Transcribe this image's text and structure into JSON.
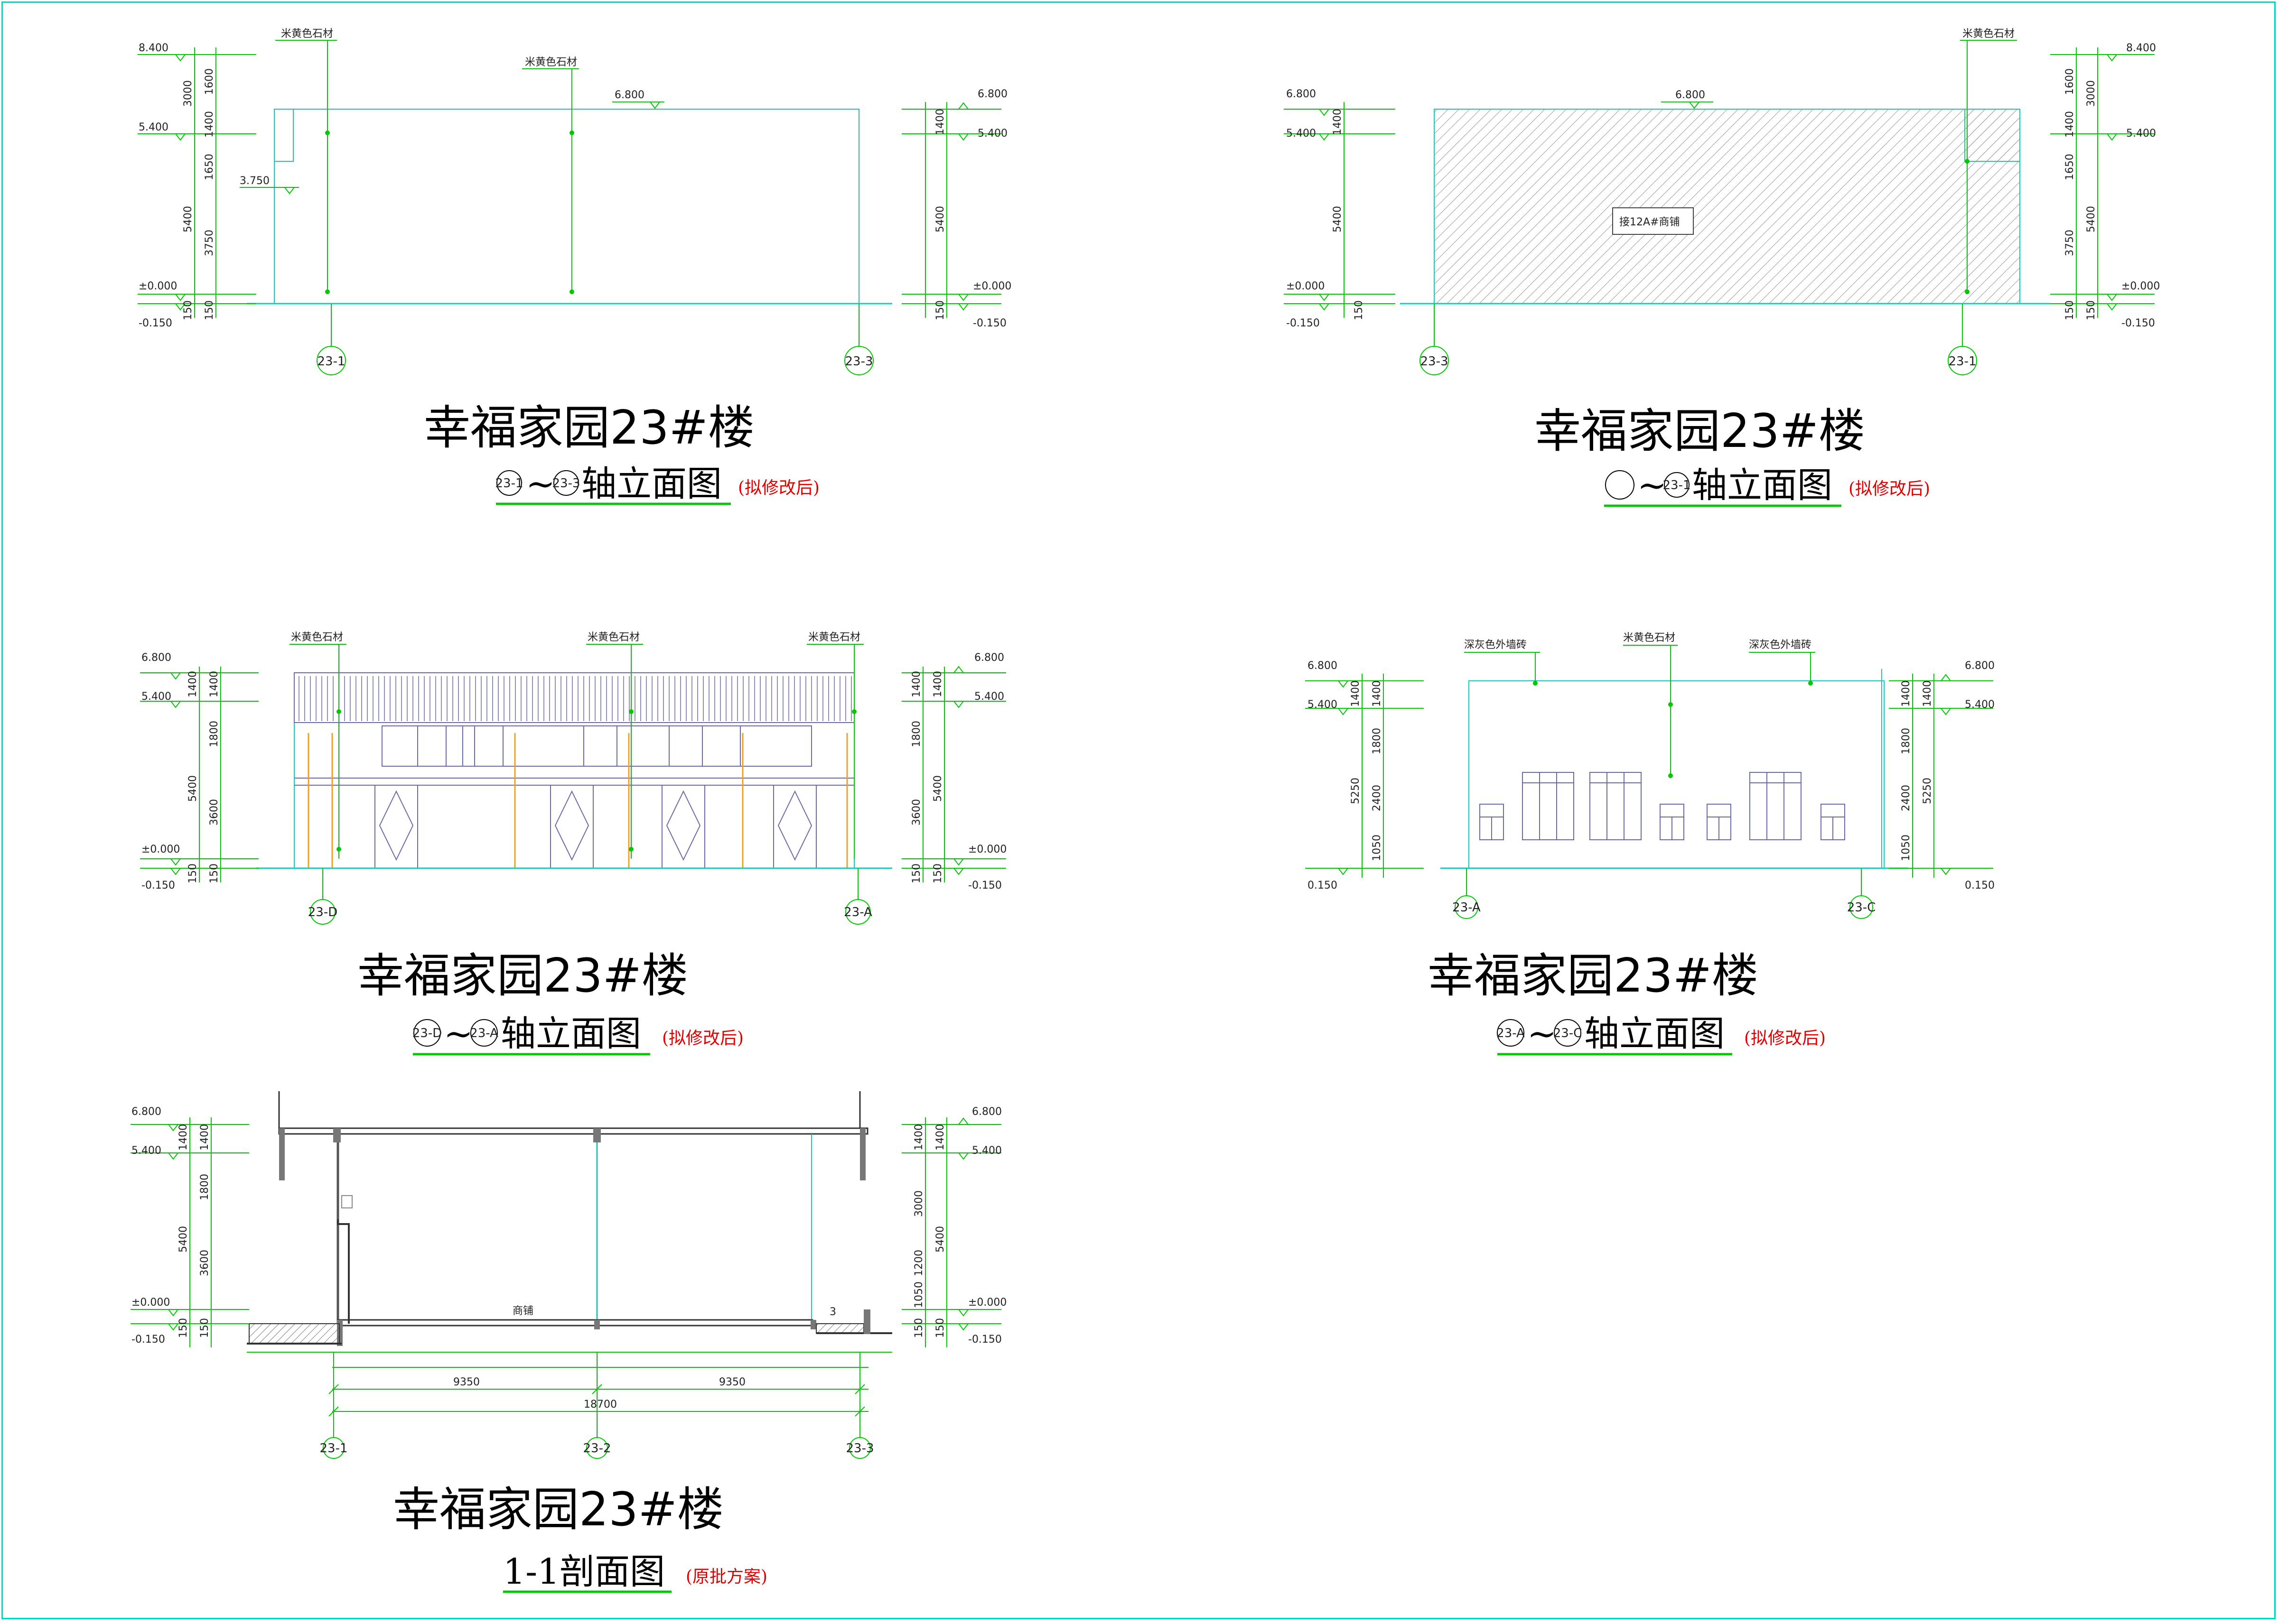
{
  "colors": {
    "green": "#00c800",
    "outline": "#18c8b8",
    "wall": "#6a6aa8",
    "red": "#e00000",
    "border": "#00d8c0",
    "orange": "#f0a020"
  },
  "panels": [
    {
      "id": "p1",
      "title": "幸福家园23#楼",
      "subtitle_axis_a": "23-1",
      "subtitle_sep": "~",
      "subtitle_axis_b": "23-3",
      "subtitle_text": "轴立面图",
      "note": "(拟修改后)",
      "materials": [
        "米黄色石材",
        "米黄色石材"
      ],
      "axes": [
        "23-1",
        "23-3"
      ],
      "left_elevations": [
        "8.400",
        "5.400",
        "3.750",
        "±0.000",
        "-0.150"
      ],
      "left_dims_outer": [
        "3000",
        "5400",
        "150"
      ],
      "left_dims_inner": [
        "1600",
        "1400",
        "1650",
        "3750",
        "150"
      ],
      "right_elevations": [
        "6.800",
        "5.400",
        "±0.000",
        "-0.150"
      ],
      "right_dims": [
        "1400",
        "5400",
        "150"
      ],
      "top_level": "6.800"
    },
    {
      "id": "p2",
      "title": "幸福家园23#楼",
      "subtitle_axis_a": "",
      "subtitle_sep": "~",
      "subtitle_axis_b": "23-1",
      "subtitle_text": "轴立面图",
      "note": "(拟修改后)",
      "materials": [
        "米黄色石材"
      ],
      "axes": [
        "23-3",
        "23-1"
      ],
      "left_elevations": [
        "6.800",
        "5.400",
        "±0.000",
        "-0.150"
      ],
      "left_dims": [
        "1400",
        "5400",
        "150"
      ],
      "right_elevations": [
        "8.400",
        "5.400",
        "±0.000",
        "-0.150"
      ],
      "right_dims_outer": [
        "3000",
        "5400",
        "150"
      ],
      "right_dims_inner": [
        "1600",
        "1400",
        "1650",
        "3750",
        "150"
      ],
      "top_level": "6.800",
      "hatch_label": "接12A#商铺"
    },
    {
      "id": "p3",
      "title": "幸福家园23#楼",
      "subtitle_axis_a": "23-D",
      "subtitle_sep": "~",
      "subtitle_axis_b": "23-A",
      "subtitle_text": "轴立面图",
      "note": "(拟修改后)",
      "materials": [
        "米黄色石材",
        "米黄色石材",
        "米黄色石材"
      ],
      "axes": [
        "23-D",
        "23-A"
      ],
      "left_elevations": [
        "6.800",
        "5.400",
        "±0.000",
        "-0.150"
      ],
      "left_dims_outer": [
        "1400",
        "5400",
        "150"
      ],
      "left_dims_inner": [
        "1400",
        "1800",
        "3600",
        "150"
      ],
      "right_elevations": [
        "6.800",
        "5.400",
        "±0.000",
        "-0.150"
      ],
      "right_dims_outer": [
        "1400",
        "5400",
        "150"
      ],
      "right_dims_inner": [
        "1400",
        "1800",
        "3600",
        "150"
      ]
    },
    {
      "id": "p4",
      "title": "幸福家园23#楼",
      "subtitle_axis_a": "23-A",
      "subtitle_sep": "~",
      "subtitle_axis_b": "23-C",
      "subtitle_text": "轴立面图",
      "note": "(拟修改后)",
      "materials": [
        "深灰色外墙砖",
        "米黄色石材",
        "深灰色外墙砖"
      ],
      "axes": [
        "23-A",
        "23-C"
      ],
      "left_elevations": [
        "6.800",
        "5.400",
        "0.150"
      ],
      "left_dims_outer": [
        "1400",
        "5250"
      ],
      "left_dims_inner": [
        "1400",
        "1800",
        "2400",
        "1050"
      ],
      "right_elevations": [
        "6.800",
        "5.400",
        "0.150"
      ],
      "right_dims_outer": [
        "1400",
        "5250"
      ],
      "right_dims_inner": [
        "1400",
        "1800",
        "2400",
        "1050"
      ]
    },
    {
      "id": "p5",
      "title": "幸福家园23#楼",
      "subtitle_text": "1-1剖面图",
      "note": "(原批方案)",
      "axes": [
        "23-1",
        "23-2",
        "23-3"
      ],
      "room_label_1": "商铺",
      "room_label_2": "3",
      "left_elevations": [
        "6.800",
        "5.400",
        "±0.000",
        "-0.150"
      ],
      "left_dims_outer": [
        "1400",
        "5400",
        "150"
      ],
      "left_dims_inner": [
        "1400",
        "1800",
        "3600",
        "150"
      ],
      "right_elevations": [
        "6.800",
        "5.400",
        "±0.000",
        "-0.150"
      ],
      "right_dims_outer": [
        "1400",
        "5400",
        "150"
      ],
      "right_dims_inner": [
        "1400",
        "3000",
        "1200",
        "1050",
        "150"
      ],
      "bottom_dims": [
        "9350",
        "9350",
        "18700"
      ]
    }
  ]
}
